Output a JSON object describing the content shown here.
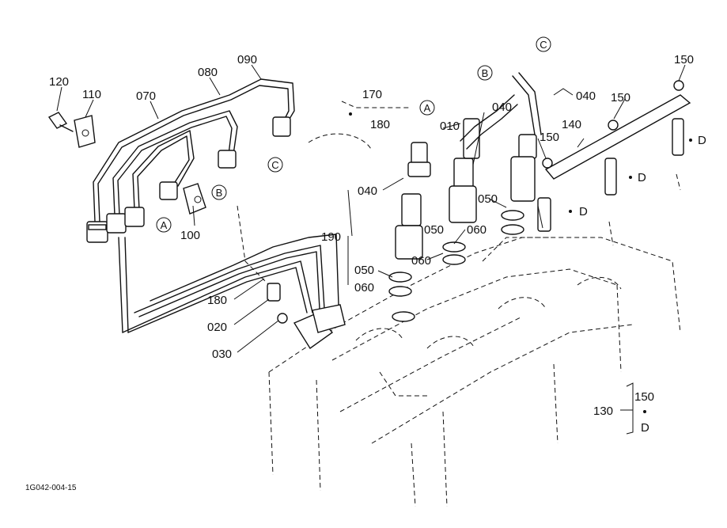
{
  "diagram_code": "1G042-004-15",
  "callouts": {
    "c120": "120",
    "c110": "110",
    "c070": "070",
    "c080": "080",
    "c090": "090",
    "c100": "100",
    "c170": "170",
    "c180a": "180",
    "c180b": "180",
    "c010": "010",
    "c040a": "040",
    "c040b": "040",
    "c040c": "040",
    "c150a": "150",
    "c150b": "150",
    "c150c": "150",
    "c150d": "150",
    "c140": "140",
    "c050a": "050",
    "c050b": "050",
    "c050c": "050",
    "c060a": "060",
    "c060b": "060",
    "c060c": "060",
    "c190": "190",
    "c020": "020",
    "c030": "030",
    "c130": "130"
  },
  "markers": {
    "a1": "A",
    "a2": "A",
    "b1": "B",
    "b2": "B",
    "c1": "C",
    "c2": "C",
    "d1": "D",
    "d2": "D",
    "d3": "D",
    "d4": "D"
  }
}
